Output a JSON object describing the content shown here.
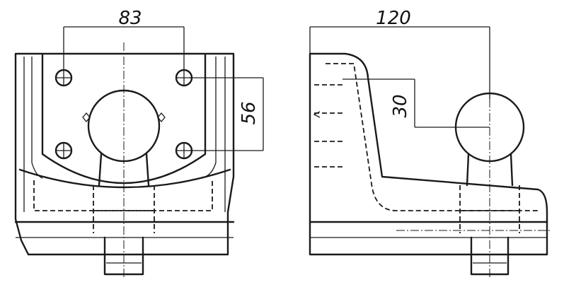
{
  "dimensions": {
    "front_width": "83",
    "front_height": "56",
    "side_length": "120",
    "side_height": "30"
  },
  "colors": {
    "ink": "#1a1a1a",
    "paper": "#ffffff"
  }
}
